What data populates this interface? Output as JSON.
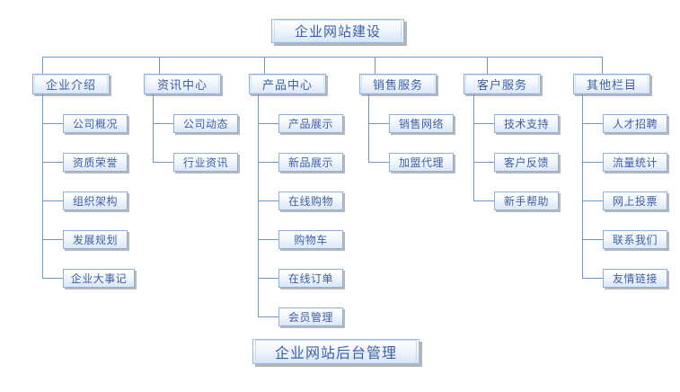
{
  "diagram": {
    "title": "企业网站建设",
    "footer": "企业网站后台管理",
    "columns": [
      {
        "label": "企业介绍",
        "children": [
          "公司概况",
          "资质荣誉",
          "组织架构",
          "发展规划",
          "企业大事记"
        ]
      },
      {
        "label": "资讯中心",
        "children": [
          "公司动态",
          "行业资讯"
        ]
      },
      {
        "label": "产品中心",
        "children": [
          "产品展示",
          "新品展示",
          "在线购物",
          "购物车",
          "在线订单",
          "会员管理"
        ]
      },
      {
        "label": "销售服务",
        "children": [
          "销售网络",
          "加盟代理"
        ]
      },
      {
        "label": "客户服务",
        "children": [
          "技术支持",
          "客户反馈",
          "新手帮助"
        ]
      },
      {
        "label": "其他栏目",
        "children": [
          "人才招聘",
          "流量统计",
          "网上投票",
          "联系我们",
          "友情链接"
        ]
      }
    ],
    "colors": {
      "line": "#6f96cd",
      "text": "#3b5fa8",
      "border": "#8eb0da",
      "shadow": "#b8b8b8",
      "background": "#ffffff"
    }
  }
}
